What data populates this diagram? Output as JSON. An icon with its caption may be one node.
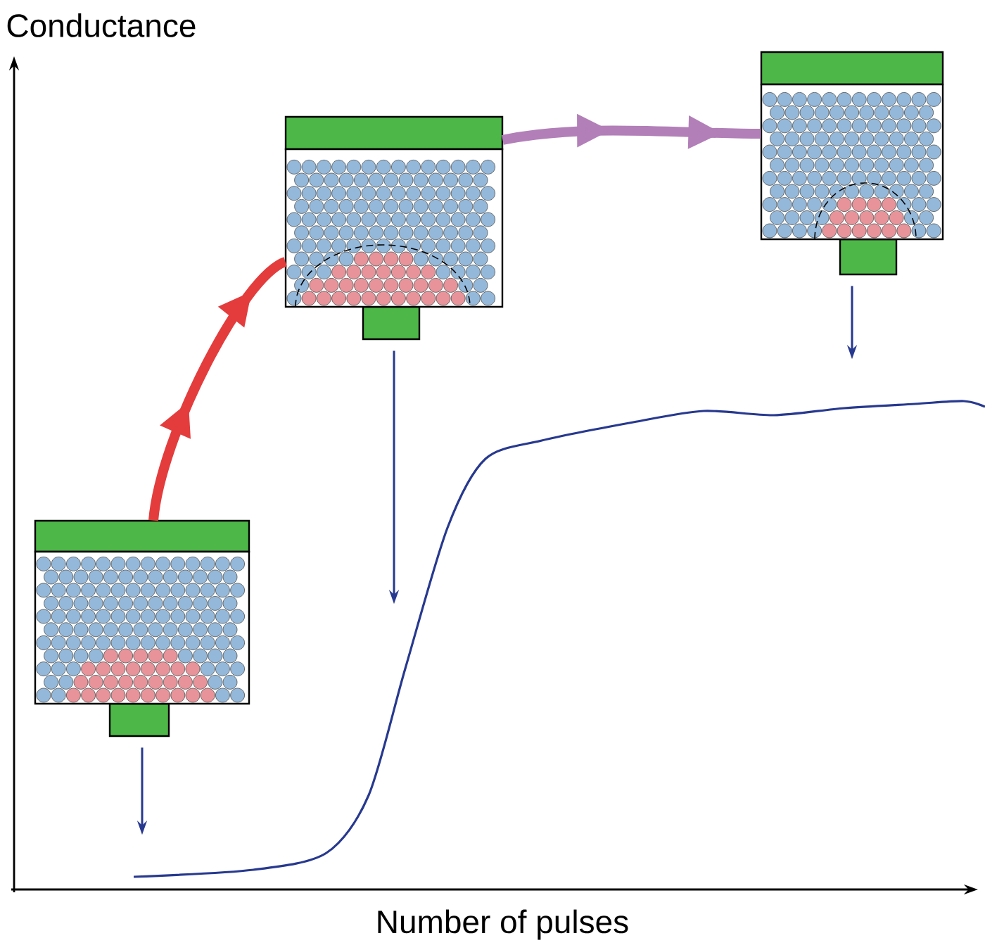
{
  "diagram": {
    "nodes": [
      {
        "text": [],
        "shape": "picture"
      },
      {
        "text": [],
        "shape": "picture"
      },
      {
        "text": [],
        "shape": "picture"
      }
    ],
    "edges": [
      {
        "from": 0,
        "to": 1,
        "arrow": "to",
        "style": "thick",
        "color": "#e43c3c"
      },
      {
        "from": 1,
        "to": 2,
        "arrow": "to",
        "style": "thick",
        "color": "#b27fb8"
      },
      {
        "from": 0,
        "to": null,
        "arrow": "to"
      },
      {
        "from": 1,
        "to": null,
        "arrow": "to"
      },
      {
        "from": 2,
        "to": null,
        "arrow": "to"
      }
    ],
    "labels": [
      "Conductance",
      "Number of pulses"
    ]
  }
}
